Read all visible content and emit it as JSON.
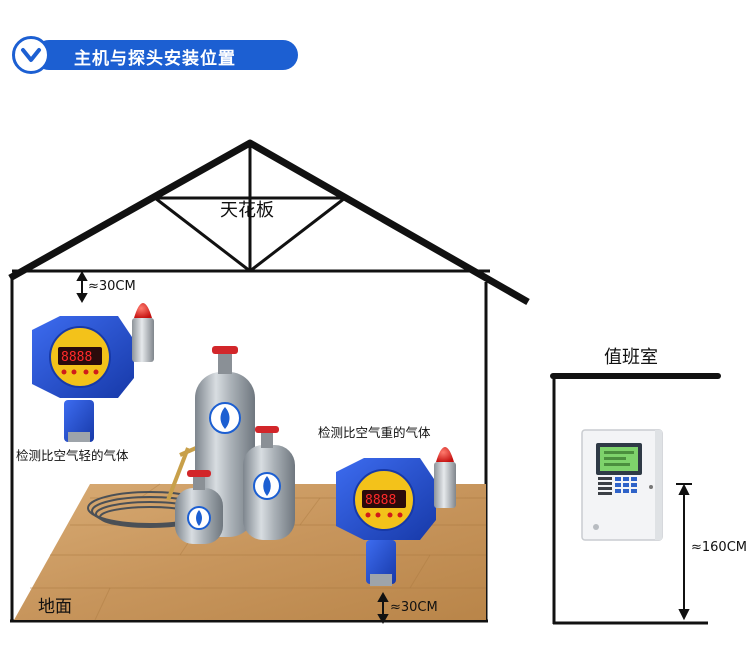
{
  "header": {
    "title": "主机与探头安装位置",
    "icon": "chevron-down-icon"
  },
  "house": {
    "ceiling_label": "天花板",
    "floor_label": "地面",
    "top_clearance": "≈30CM",
    "bottom_clearance": "≈30CM",
    "light_gas_label": "检测比空气轻的气体",
    "heavy_gas_label": "检测比空气重的气体"
  },
  "duty_room": {
    "label": "值班室",
    "height_label": "≈160CM"
  },
  "colors": {
    "brand_blue": "#1c5fd2",
    "detector_blue": "#1f4fd1",
    "alarm_red": "#e51d1d",
    "wood_floor": "#c99a63",
    "cylinder_gray": "#9aa1a8",
    "display_green": "#7ed36b"
  }
}
